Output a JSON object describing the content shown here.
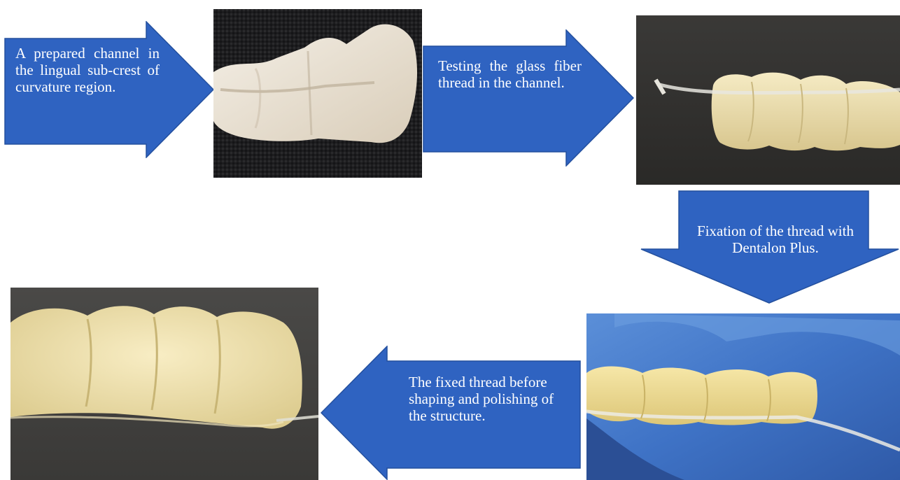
{
  "steps": [
    {
      "text": "A prepared channel in the lingual sub-crest of curvature region."
    },
    {
      "text": "Testing the glass fiber thread in the channel."
    },
    {
      "text": "Fixation of the thread with Dentalon Plus."
    },
    {
      "text": "The fixed thread before shaping and polishing of the structure."
    }
  ],
  "photos": [
    {
      "name": "prepared-channel-photo"
    },
    {
      "name": "thread-testing-photo"
    },
    {
      "name": "thread-fixation-photo"
    },
    {
      "name": "finished-structure-photo"
    }
  ],
  "colors": {
    "arrow_fill": "#2f63c1",
    "arrow_stroke": "#24509e",
    "text": "#ffffff",
    "background": "#ffffff"
  }
}
